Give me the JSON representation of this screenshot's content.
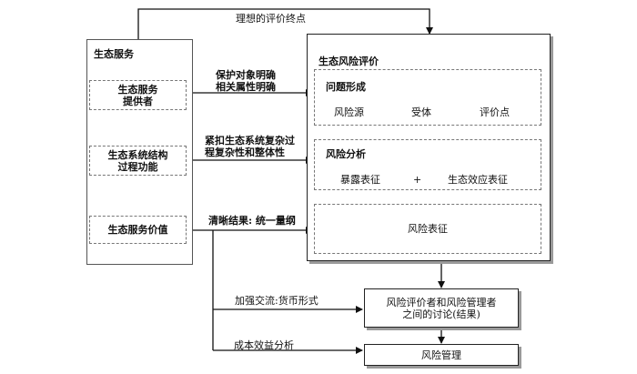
{
  "top_label": "理想的评价终点",
  "eco_service": {
    "title": "生态服务",
    "provider": "生态服务\n提供者",
    "structure": "生态系统结构\n过程功能",
    "value": "生态服务价值"
  },
  "risk_eval": {
    "title": "生态风险评价",
    "problem": {
      "title": "问题形成",
      "source": "风险源",
      "receptor": "受体",
      "endpoint": "评价点"
    },
    "analysis": {
      "title": "风险分析",
      "exposure": "暴露表征",
      "plus": "+",
      "effect": "生态效应表征"
    },
    "characterization": "风险表征"
  },
  "arrow_labels": {
    "protect": "保护对象明确\n相关属性明确",
    "complex": "紧扣生态系统复杂过\n程复杂性和整体性",
    "clear": "清晰结果: 统一量纲",
    "exchange": "加强交流:货币形式",
    "cost": "成本效益分析"
  },
  "discussion": "风险评价者和风险管理者\n之间的讨论(结果)",
  "management": "风险管理"
}
